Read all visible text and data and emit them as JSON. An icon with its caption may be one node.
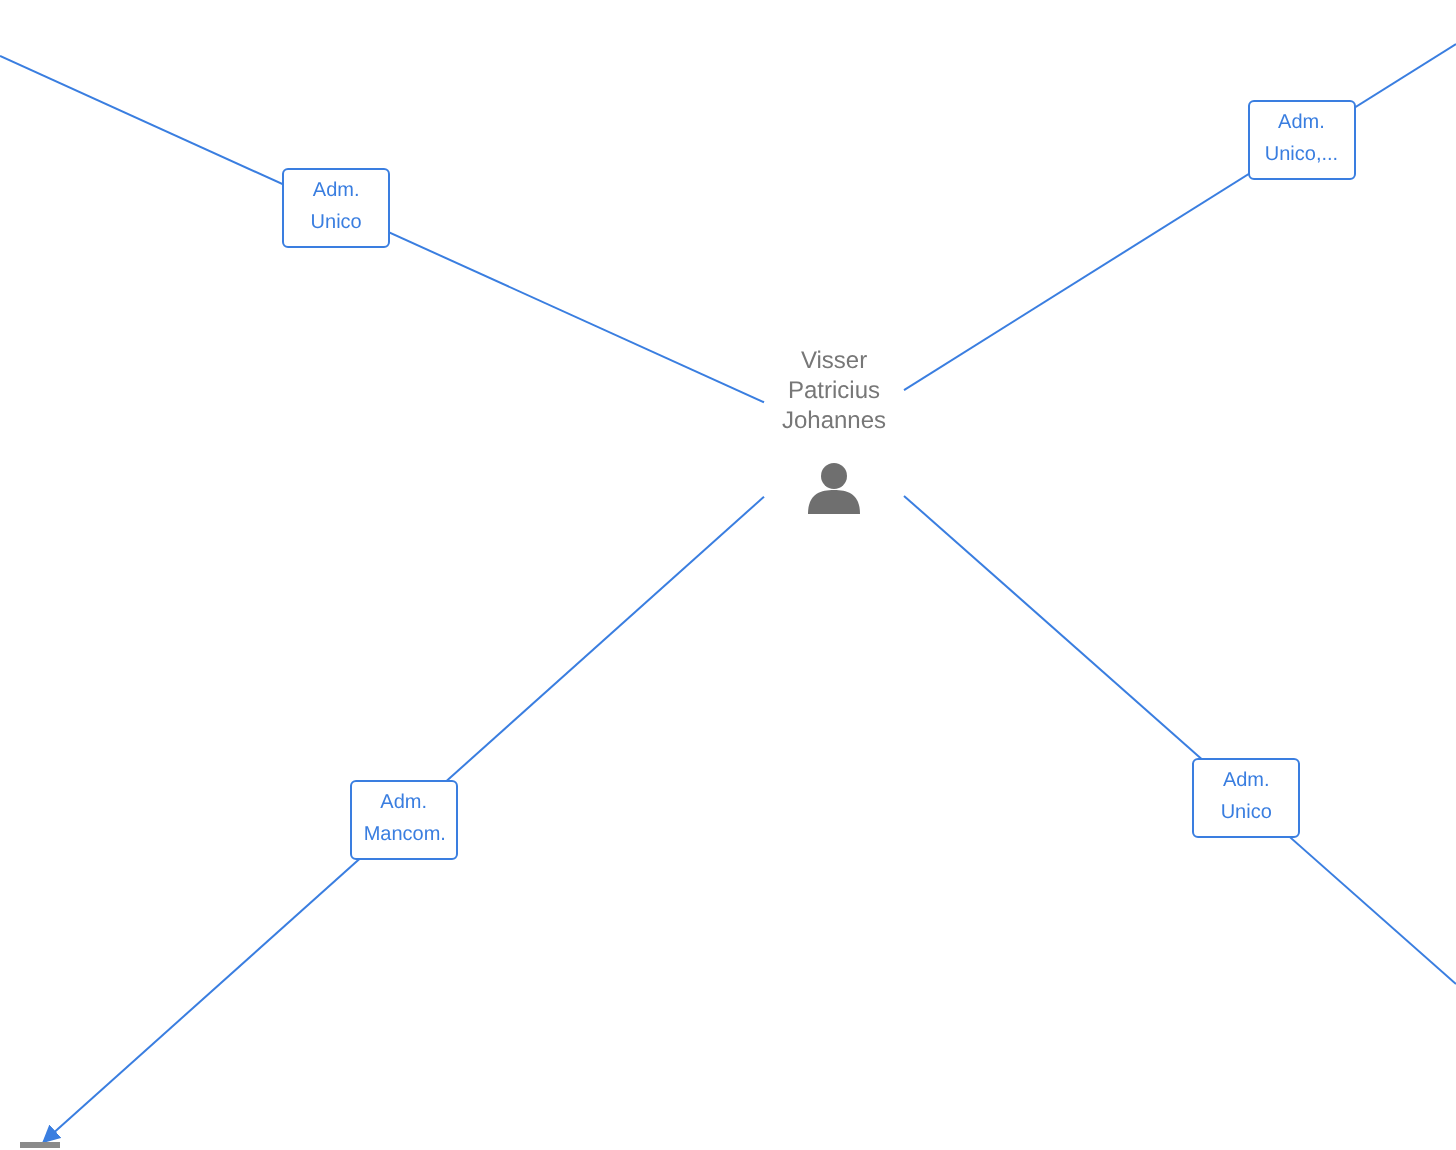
{
  "diagram": {
    "nodes": [
      {
        "text": [
          "Visser Patricius Johannes"
        ]
      },
      {
        "text": [],
        "shape": "bar"
      }
    ],
    "edges": [
      {
        "from": null,
        "to": 0,
        "arrow": "none",
        "label": "Adm. Unico"
      },
      {
        "from": 0,
        "to": null,
        "arrow": "none",
        "label": "Adm. Unico,..."
      },
      {
        "from": 0,
        "to": 1,
        "arrow": "to",
        "label": "Adm. Mancom."
      },
      {
        "from": 0,
        "to": null,
        "arrow": "none",
        "label": "Adm. Unico"
      }
    ]
  }
}
